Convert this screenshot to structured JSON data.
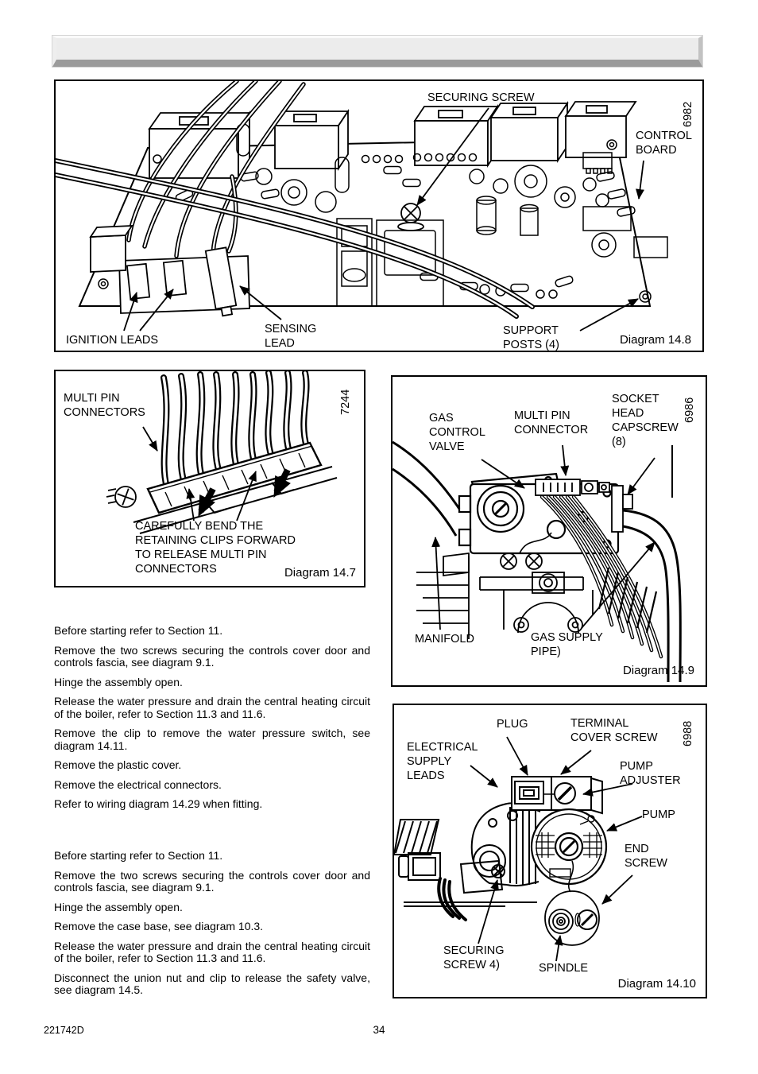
{
  "diagram148": {
    "ref": "6982",
    "caption": "Diagram 14.8",
    "labels": {
      "securing_screw": "SECURING SCREW",
      "control_board": "CONTROL\nBOARD",
      "ignition_leads": "IGNITION LEADS",
      "sensing_lead": "SENSING\nLEAD",
      "support_posts": "SUPPORT\nPOSTS (4)"
    }
  },
  "diagram147": {
    "ref": "7244",
    "caption": "Diagram 14.7",
    "labels": {
      "multi_pin_connectors": "MULTI PIN\nCONNECTORS",
      "note": "CAREFULLY BEND THE\nRETAINING CLIPS FORWARD\nTO RELEASE MULTI PIN\nCONNECTORS"
    }
  },
  "diagram149": {
    "ref": "6986",
    "caption": "Diagram 14.9",
    "labels": {
      "gas_control_valve": "GAS\nCONTROL\nVALVE",
      "multi_pin_connector": "MULTI PIN\nCONNECTOR",
      "socket_head_capscrew": "SOCKET\nHEAD\nCAPSCREW\n(8)",
      "manifold": "MANIFOLD",
      "gas_supply_pipe": "GAS SUPPLY\nPIPE)"
    }
  },
  "diagram1410": {
    "ref": "6988",
    "caption": "Diagram 14.10",
    "labels": {
      "plug": "PLUG",
      "terminal_cover_screw": "TERMINAL\n COVER SCREW",
      "electrical_supply_leads": "ELECTRICAL\nSUPPLY\nLEADS",
      "pump_adjuster": "PUMP\nADJUSTER",
      "pump": "PUMP",
      "end_screw": "END\nSCREW",
      "securing_screw": "SECURING\nSCREW 4)",
      "spindle": "SPINDLE"
    }
  },
  "section_controls": {
    "paragraphs": [
      "Before starting refer to Section 11.",
      "Remove the two screws securing the controls cover door and controls fascia, see diagram 9.1.",
      "Hinge the assembly open.",
      "Release the water pressure and drain the central heating circuit of the boiler, refer to Section 11.3 and 11.6.",
      "Remove the clip to remove the water pressure switch, see diagram 14.11.",
      "Remove the plastic cover.",
      "Remove the electrical connectors.",
      "Refer to wiring diagram 14.29 when fitting."
    ]
  },
  "section_pump": {
    "paragraphs": [
      "Before starting refer to Section 11.",
      "Remove the two screws securing the controls cover door and controls fascia, see diagram 9.1.",
      "Hinge the assembly open.",
      "Remove the case base, see diagram 10.3.",
      "Release the water pressure and drain the central heating circuit of the boiler, refer to Section 11.3 and 11.6.",
      "Disconnect the union nut and clip to release the safety valve, see diagram 14.5."
    ]
  },
  "doc": {
    "footer_ref": "221742D",
    "page_number": "34"
  }
}
